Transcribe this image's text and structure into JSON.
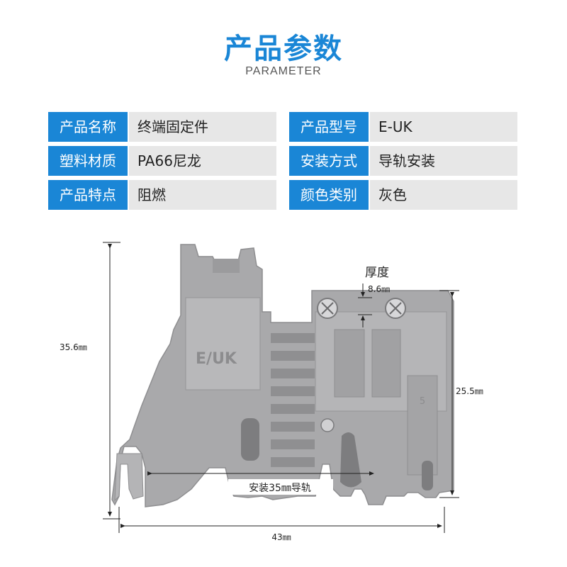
{
  "header": {
    "title": "产品参数",
    "subtitle": "PARAMETER"
  },
  "params": [
    {
      "left_label": "产品名称",
      "left_value": "终端固定件",
      "right_label": "产品型号",
      "right_value": "E-UK"
    },
    {
      "left_label": "塑料材质",
      "left_value": "PA66尼龙",
      "right_label": "安装方式",
      "right_value": "导轨安装"
    },
    {
      "left_label": "产品特点",
      "left_value": "阻燃",
      "right_label": "颜色类别",
      "right_value": "灰色"
    }
  ],
  "diagram": {
    "height_label": "35.6㎜",
    "inner_height_label": "25.5㎜",
    "thickness_title": "厚度",
    "thickness_value": "8.6㎜",
    "rail_label": "安装35㎜导轨",
    "width_label": "43㎜",
    "embossed_text": "E/UK",
    "side_number": "5"
  },
  "colors": {
    "accent": "#1a86d6",
    "value_bg": "#e7e7e7",
    "part_gray": "#a9a9ab"
  }
}
